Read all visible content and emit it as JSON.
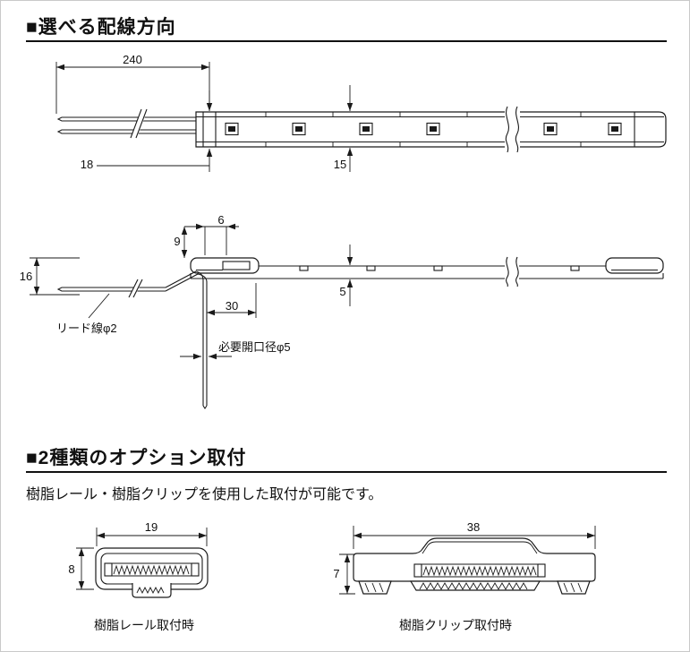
{
  "colors": {
    "line": "#1a1a1a",
    "background": "#ffffff"
  },
  "section_wiring": {
    "heading": "■選べる配線方向",
    "top_view": {
      "dim_lead_length": "240",
      "dim_end_width": "18",
      "dim_body_width": "15"
    },
    "side_view": {
      "dim_end_offset": "6",
      "dim_bend_height": "9",
      "dim_total_height": "16",
      "dim_thickness": "5",
      "dim_hole_offset": "30",
      "label_lead_wire": "リード線φ2",
      "label_required_opening": "必要開口径φ5"
    }
  },
  "section_options": {
    "heading": "■2種類のオプション取付",
    "description": "樹脂レール・樹脂クリップを使用した取付が可能です。",
    "rail": {
      "dim_width": "19",
      "dim_height": "8",
      "caption": "樹脂レール取付時"
    },
    "clip": {
      "dim_width": "38",
      "dim_height": "7",
      "caption": "樹脂クリップ取付時"
    }
  }
}
